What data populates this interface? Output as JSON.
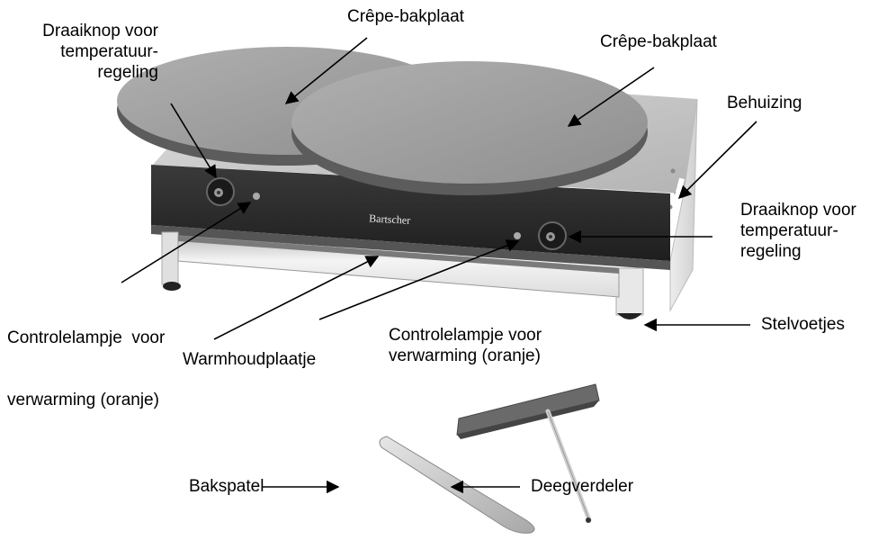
{
  "diagram": {
    "brand": "Bartscher",
    "labels": {
      "knob_left": [
        "Draaiknop voor",
        "temperatuur-",
        "regeling"
      ],
      "plate_left": "Crêpe-bakplaat",
      "plate_right": "Crêpe-bakplaat",
      "housing": "Behuizing",
      "knob_right": [
        "Draaiknop voor",
        "temperatuur-",
        "regeling"
      ],
      "lamp_left": [
        "Controlelampje  voor",
        "verwarming (oranje)"
      ],
      "warming_plate": "Warmhoudplaatje",
      "lamp_right": [
        "Controlelampje voor",
        "verwarming (oranje)"
      ],
      "feet": "Stelvoetjes",
      "spatula": "Bakspatel",
      "spreader": "Deegverdeler"
    },
    "colors": {
      "text": "#000000",
      "background": "#ffffff",
      "plate": "#9a9a9a",
      "panel": "#2e2e2e",
      "steel": "#d9d9d9"
    }
  }
}
